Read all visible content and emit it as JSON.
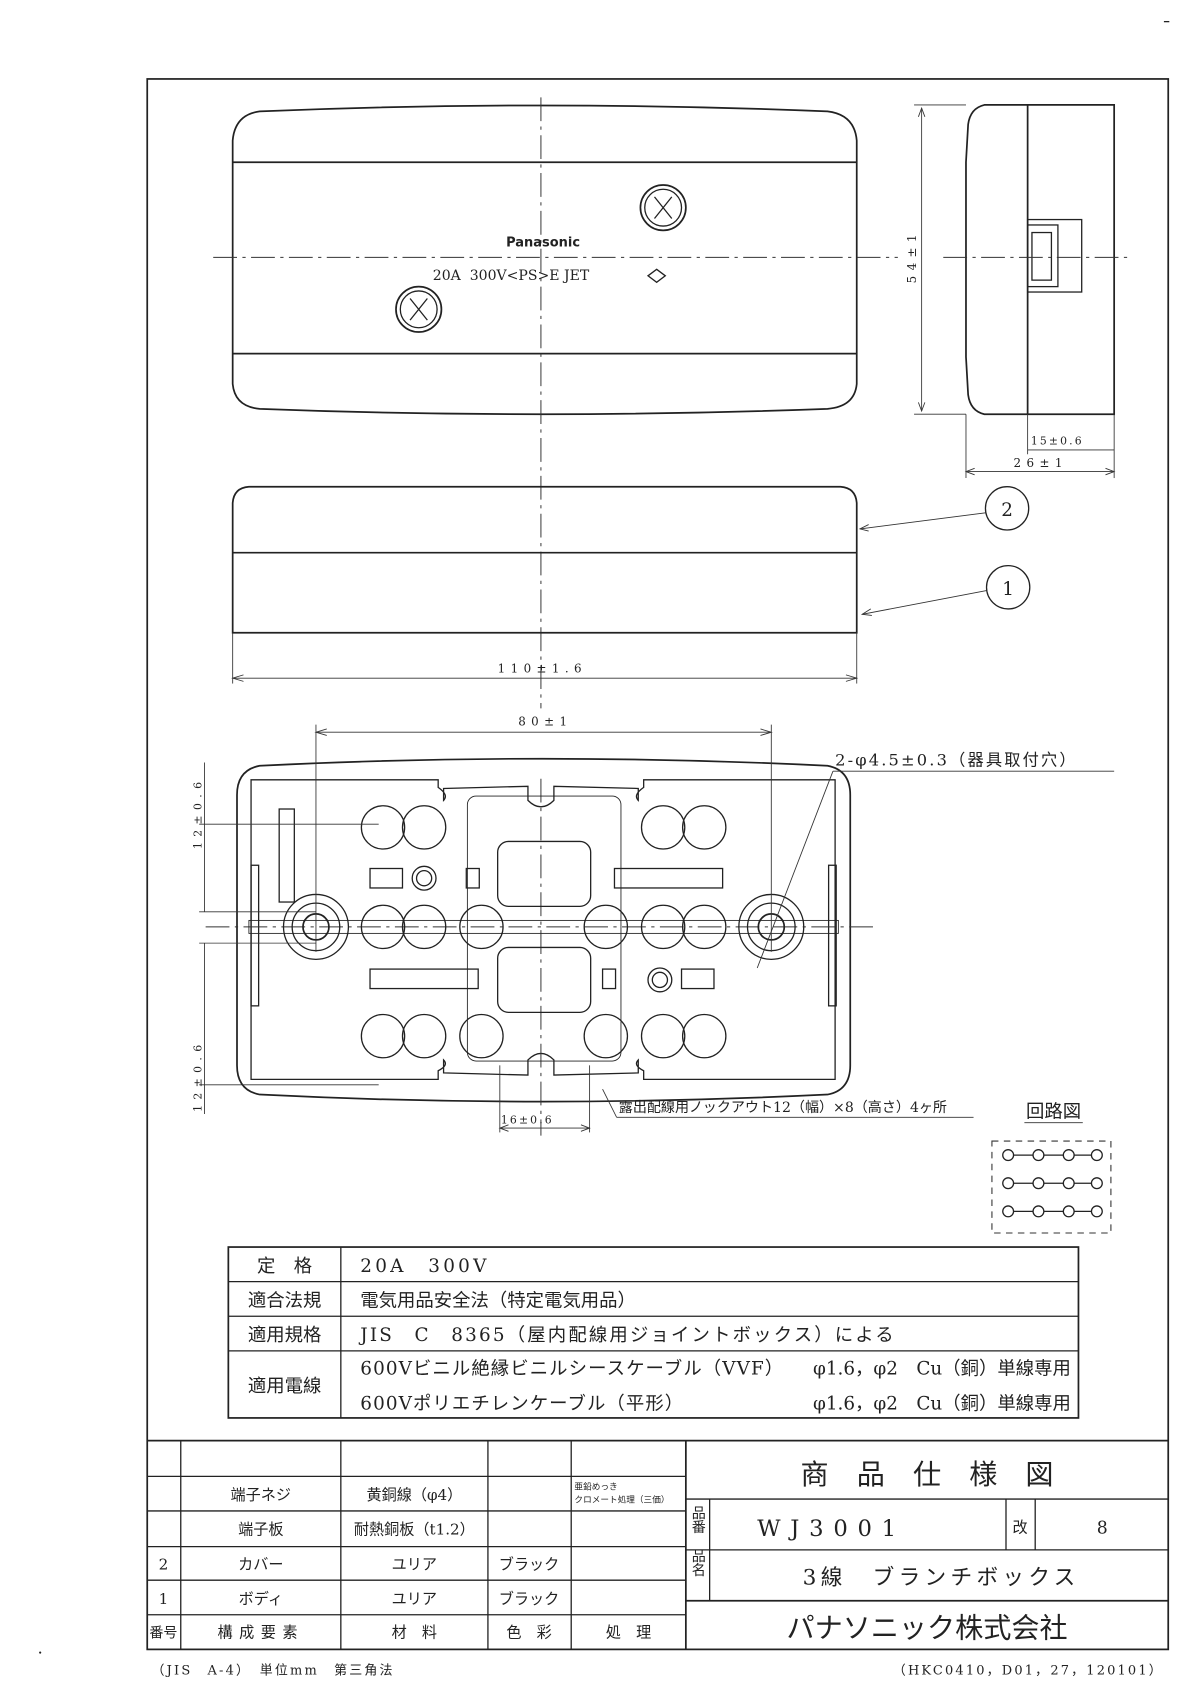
{
  "drawing": {
    "logo_text": "Panasonic",
    "rating_mark": "20A  300V<PS>E JET",
    "dimensions": {
      "height": "54±1",
      "depth_cover": "15±0.6",
      "depth_total": "26±1",
      "width": "110±1.6",
      "mount_pitch": "80±1",
      "upper_offset": "12±0.6",
      "lower_offset": "12±0.6",
      "knockout_width": "16±0.6"
    },
    "balloons": [
      "2",
      "1"
    ],
    "mount_hole_note": "2-φ4.5±0.3（器具取付穴）",
    "knockout_note": "露出配線用ノックアウト12（幅）×8（高さ）4ヶ所",
    "circuit_label": "回路図"
  },
  "spec_table": [
    {
      "label": "定　格",
      "lines": [
        "20A　300V"
      ]
    },
    {
      "label": "適合法規",
      "lines": [
        "電気用品安全法（特定電気用品）"
      ]
    },
    {
      "label": "適用規格",
      "lines": [
        "JIS　C　8365（屋内配線用ジョイントボックス）による"
      ]
    },
    {
      "label": "適用電線",
      "lines": [
        "600Vビニル絶縁ビニルシースケーブル（VVF）",
        "600Vポリエチレンケーブル（平形）"
      ],
      "right": [
        "φ1.6，φ2　Cu（銅）単線専用",
        "φ1.6，φ2　Cu（銅）単線専用"
      ]
    }
  ],
  "parts_table": {
    "headers": [
      "番号",
      "構成要素",
      "材　料",
      "色　彩",
      "処　理"
    ],
    "rows": [
      {
        "no": "",
        "part": "端子ネジ",
        "material": "黄銅線（φ4）",
        "color": "",
        "treatment": [
          "亜鉛めっき",
          "クロメート処理（三価）"
        ]
      },
      {
        "no": "",
        "part": "端子板",
        "material": "耐熱銅板（t1.2）",
        "color": "",
        "treatment": [
          "",
          ""
        ]
      },
      {
        "no": "2",
        "part": "カバー",
        "material": "ユリア",
        "color": "ブラック",
        "treatment": [
          "",
          ""
        ]
      },
      {
        "no": "1",
        "part": "ボディ",
        "material": "ユリア",
        "color": "ブラック",
        "treatment": [
          "",
          ""
        ]
      }
    ]
  },
  "title_block": {
    "title": "商　品　仕　様　図",
    "part_no_label": "品番",
    "part_no": "WJ3001",
    "rev_label": "改",
    "rev": "8",
    "name_label": "品名",
    "name": "3線　ブランチボックス",
    "company": "パナソニック株式会社"
  },
  "footer": {
    "left": "（JIS　A-4）　単位mm　第三角法",
    "right": "（HKC0410，D01，27，120101）"
  }
}
